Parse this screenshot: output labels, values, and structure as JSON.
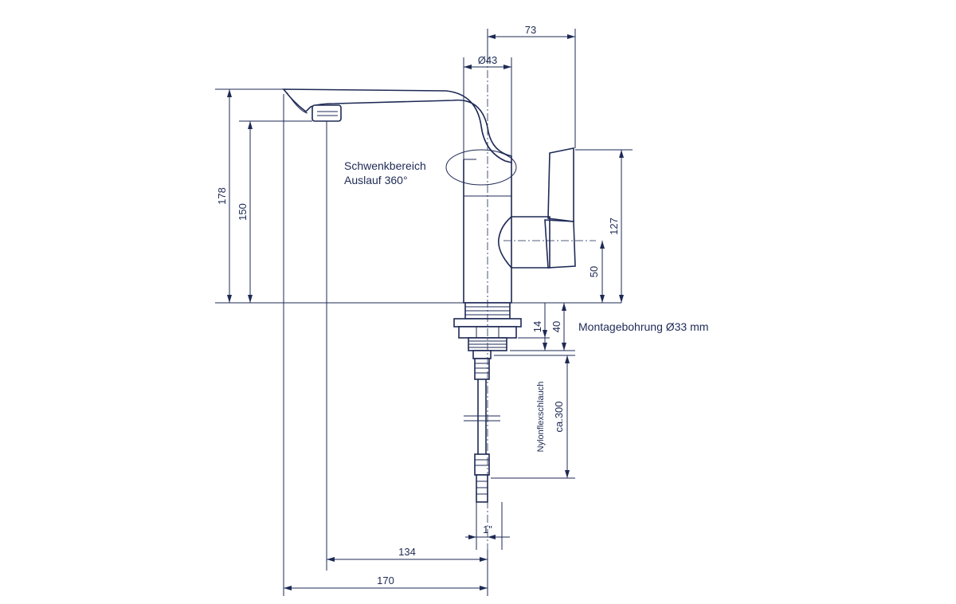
{
  "dimensions": {
    "top_width": "73",
    "diameter": "Ø43",
    "height_total": "178",
    "height_outlet": "150",
    "height_lever": "127",
    "height_lever_axis": "50",
    "thread_height": "14",
    "mount_height": "40",
    "hose_length": "ca.300",
    "connection": "1\"",
    "reach_outlet": "134",
    "reach_total": "170"
  },
  "labels": {
    "swivel_line1": "Schwenkbereich",
    "swivel_line2": "Auslauf 360°",
    "mounting_hole": "Montagebohrung Ø33 mm",
    "hose": "Nylonflexschlauch"
  }
}
